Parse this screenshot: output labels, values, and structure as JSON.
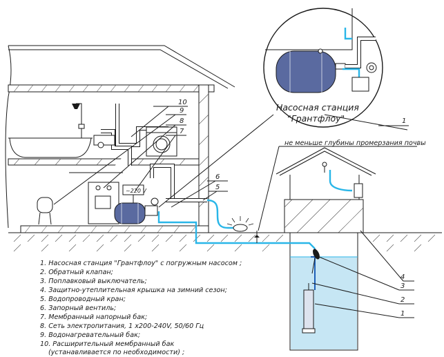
{
  "callout": {
    "title_line1": "Насосная станция",
    "title_line2": "\"Грантфлоу\"",
    "number": "1"
  },
  "depth_note": "не меньше глубины промерзания почвы",
  "voltage_label": "~220 V",
  "house_numbers": [
    "10",
    "9",
    "8",
    "7",
    "6",
    "5"
  ],
  "well_numbers": [
    "4",
    "3",
    "2",
    "1"
  ],
  "legend": [
    "1. Насосная станция \"Грантфлоу\" с погружным насосом ;",
    "2. Обратный клапан;",
    "3. Поплавковый выключатель;",
    "4. Защитно-утеплительная крышка на зимний сезон;",
    "5. Водопроводный кран;",
    "6. Запорный вентиль;",
    "7. Мембранный напорный бак;",
    "8. Сеть электропитания, 1 х200-240V, 50/60 Гц",
    "9. Водонагревательный бак;",
    "10. Расширительный мембранный бак",
    "(устанавливается по необходимости) ;"
  ],
  "colors": {
    "water": "#c6e6f4",
    "pipe_cyan": "#29b6e8",
    "pipe_blue": "#1d5fb8",
    "tank": "#5a6aa0",
    "ink": "#1a1a1a"
  },
  "icons": [
    "bathtub-icon",
    "shower-icon",
    "washing-machine-icon",
    "pressure-gauge-icon",
    "pump-icon",
    "float-switch-icon",
    "tap-icon"
  ]
}
